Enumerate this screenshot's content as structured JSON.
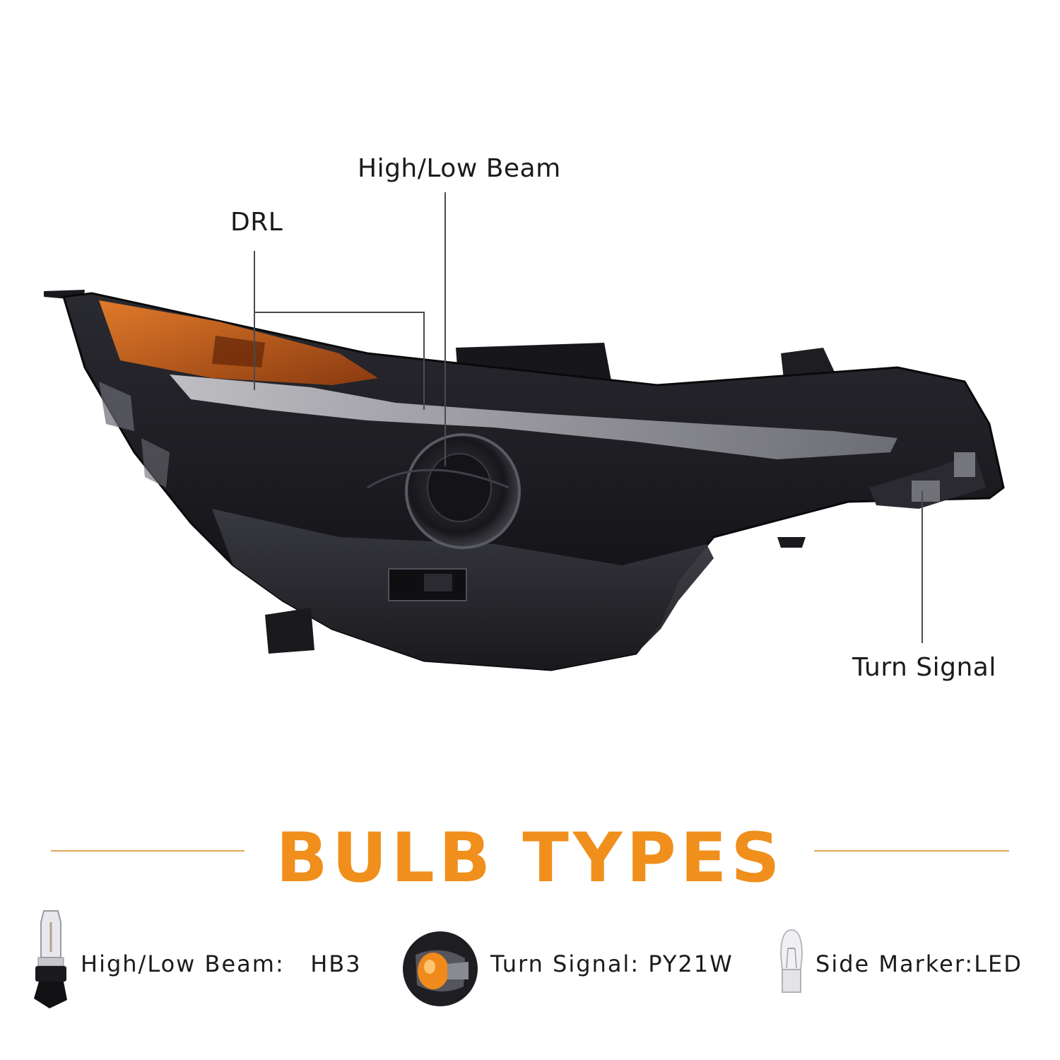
{
  "callouts": {
    "high_low_beam": "High/Low Beam",
    "drl": "DRL",
    "turn_signal": "Turn Signal"
  },
  "section": {
    "heading": "BULB TYPES",
    "accent_color": "#f08f1c",
    "divider_color": "#e3a55a"
  },
  "bulbs": [
    {
      "icon": "halogen-bulb-icon",
      "label": "High/Low Beam:",
      "value": "HB3"
    },
    {
      "icon": "amber-bulb-icon",
      "label": "Turn Signal:",
      "value": "PY21W"
    },
    {
      "icon": "wedge-bulb-icon",
      "label": "Side Marker:",
      "value": "LED"
    }
  ]
}
